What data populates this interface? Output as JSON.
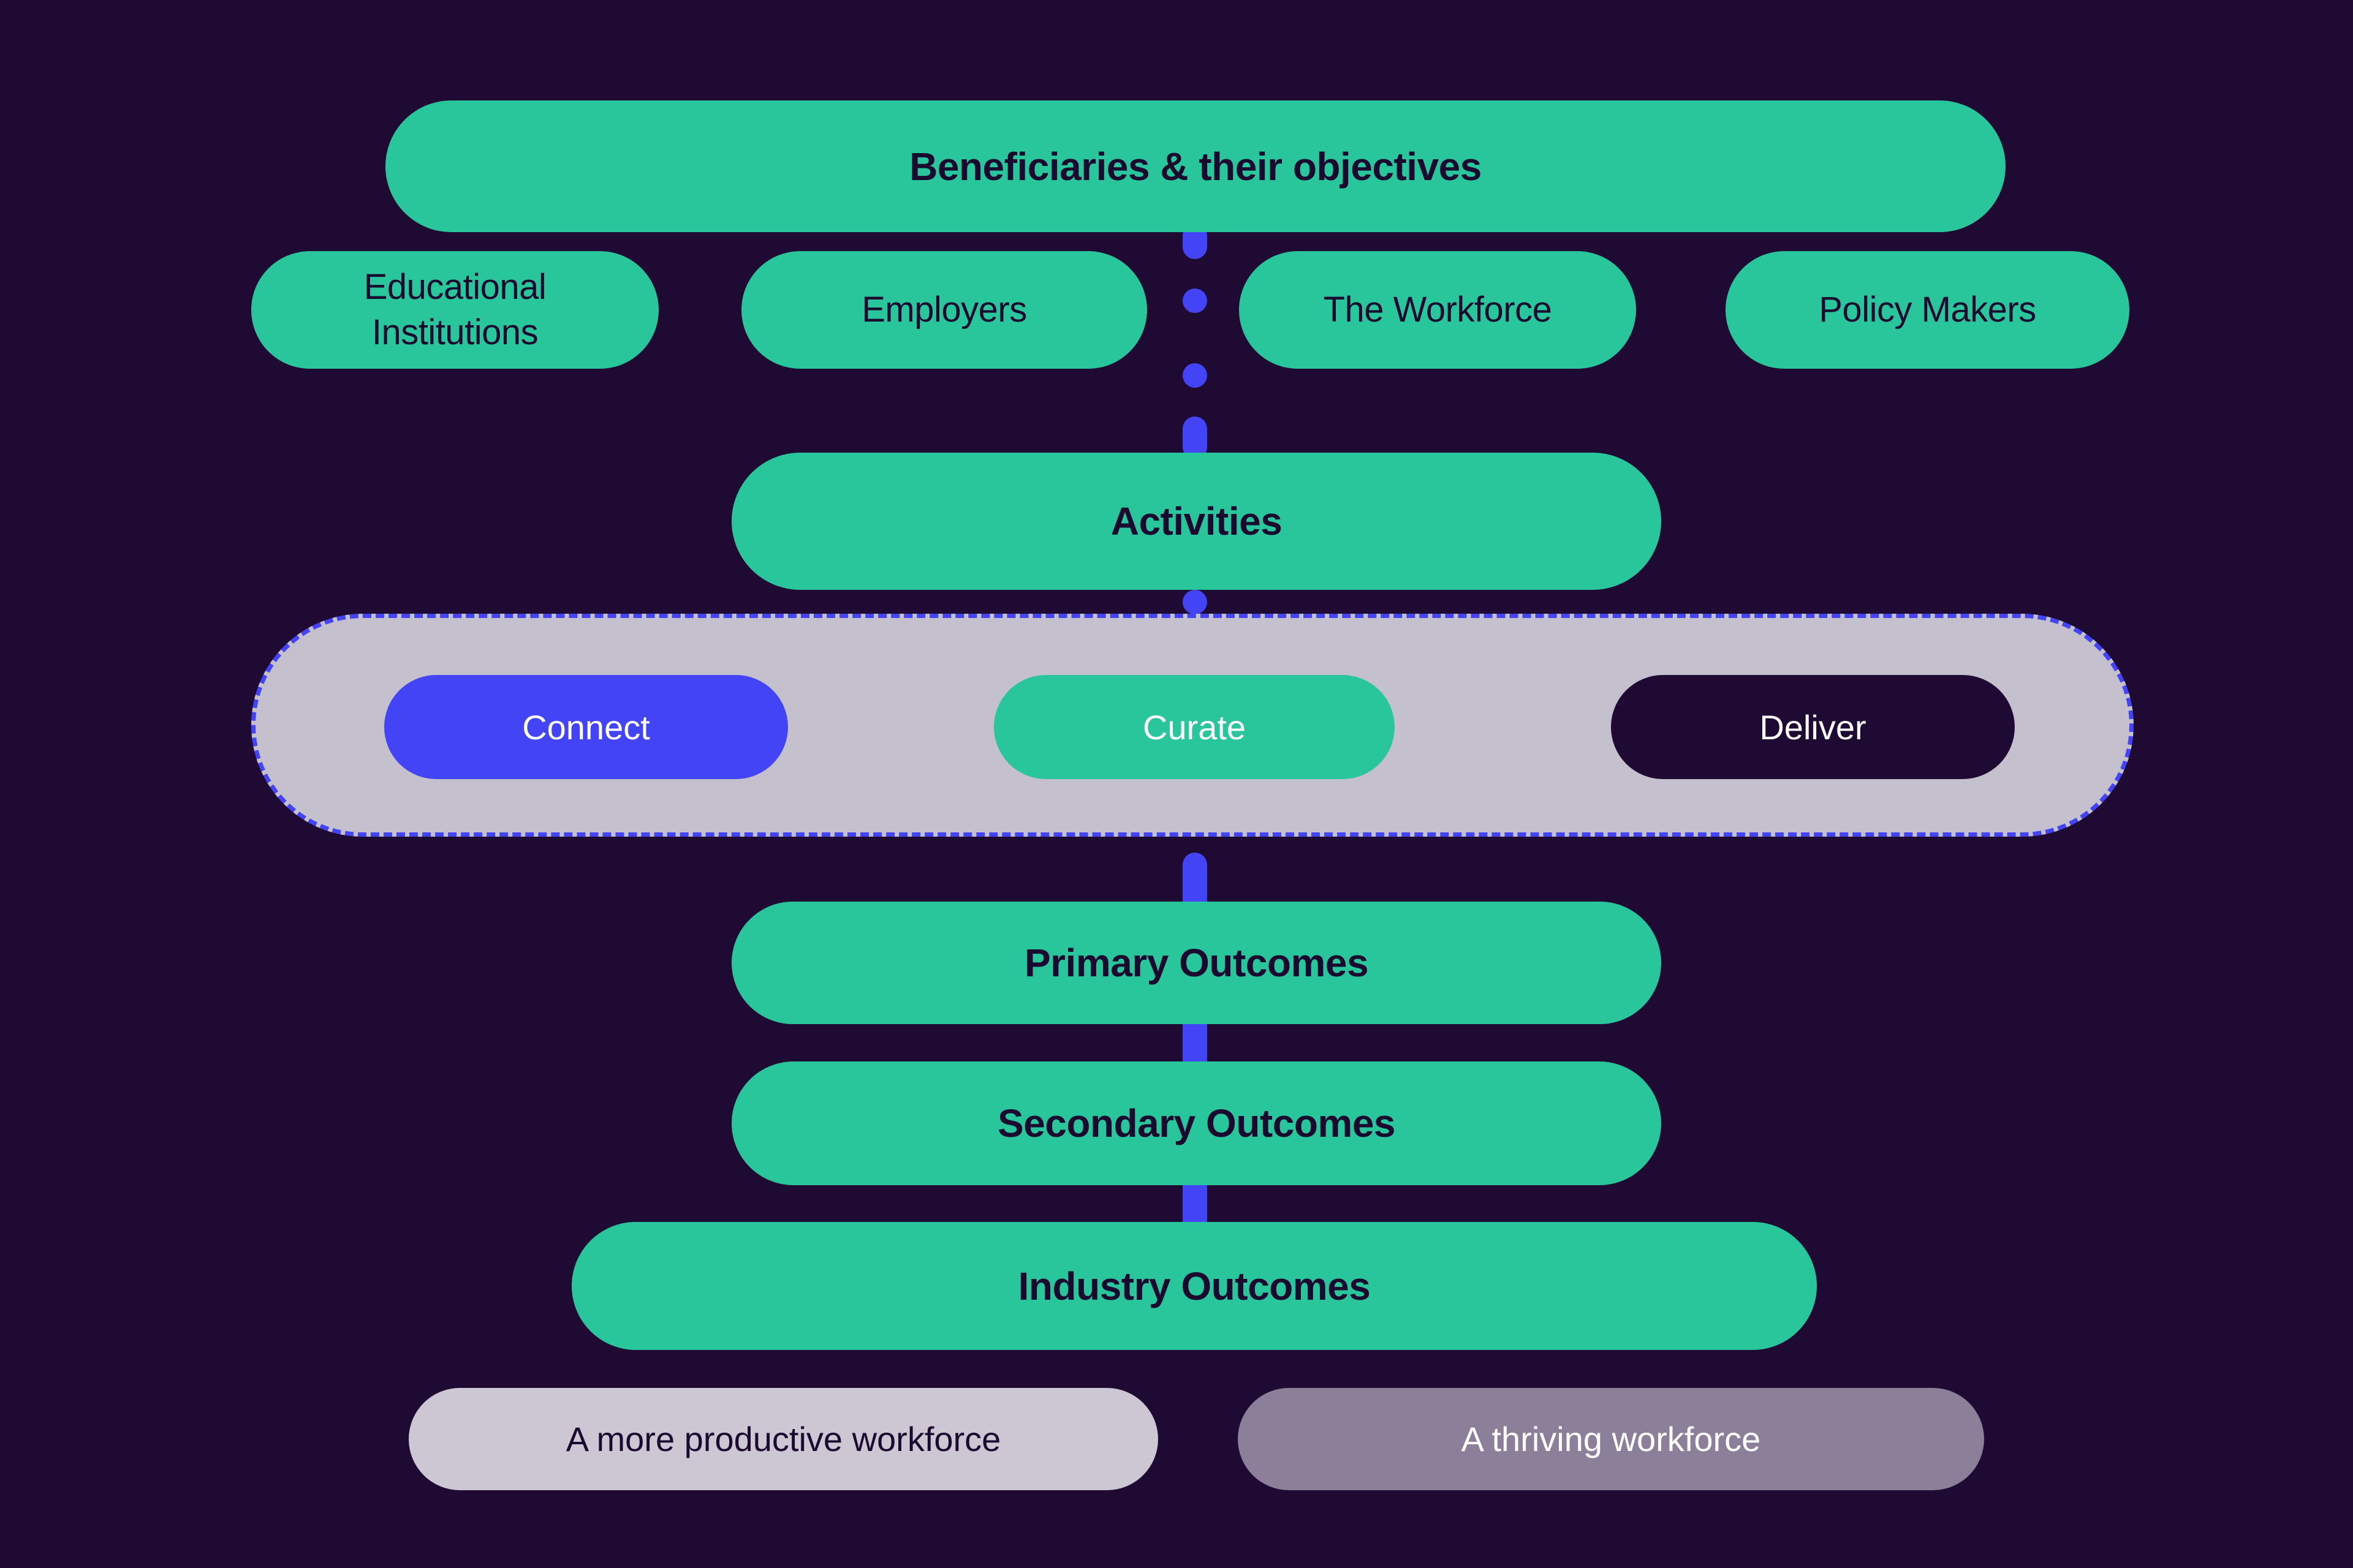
{
  "colors": {
    "background": "#1F0A33",
    "teal": "#2AC69B",
    "blue": "#4244F5",
    "container_gray": "#C5C0CD",
    "light_gray_pill": "#CDC7D3",
    "muted_purple_pill": "#8C7F99",
    "dark_text": "#1B0A2F",
    "white_text": "#FFFFFF"
  },
  "diagram": {
    "header": {
      "label": "Beneficiaries & their objectives"
    },
    "beneficiary_groups": [
      {
        "label": "Educational Institutions"
      },
      {
        "label": "Employers"
      },
      {
        "label": "The Workforce"
      },
      {
        "label": "Policy Makers"
      }
    ],
    "activities": {
      "label": "Activities"
    },
    "activity_steps": [
      {
        "label": "Connect",
        "color": "#4244F5"
      },
      {
        "label": "Curate",
        "color": "#2AC69B"
      },
      {
        "label": "Deliver",
        "color": "#1F0A33"
      }
    ],
    "outcomes": [
      {
        "label": "Primary Outcomes"
      },
      {
        "label": "Secondary Outcomes"
      },
      {
        "label": "Industry Outcomes"
      }
    ],
    "impact": [
      {
        "label": "A more productive workforce",
        "color": "#CDC7D3"
      },
      {
        "label": "A thriving workforce",
        "color": "#8C7F99"
      }
    ]
  }
}
